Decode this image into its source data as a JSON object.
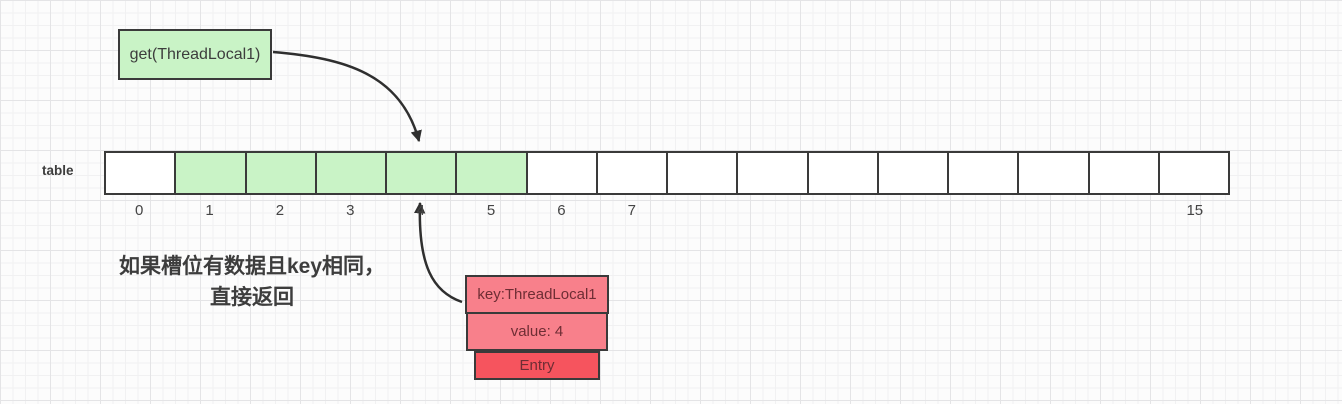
{
  "diagram": {
    "get_box": {
      "label": "get(ThreadLocal1)"
    },
    "table": {
      "label": "table",
      "cells": [
        {
          "index": 0,
          "label": "0",
          "highlighted": false
        },
        {
          "index": 1,
          "label": "1",
          "highlighted": true
        },
        {
          "index": 2,
          "label": "2",
          "highlighted": true
        },
        {
          "index": 3,
          "label": "3",
          "highlighted": true
        },
        {
          "index": 4,
          "label": "4",
          "highlighted": true
        },
        {
          "index": 5,
          "label": "5",
          "highlighted": true
        },
        {
          "index": 6,
          "label": "6",
          "highlighted": false
        },
        {
          "index": 7,
          "label": "7",
          "highlighted": false
        },
        {
          "index": 8,
          "label": "",
          "highlighted": false
        },
        {
          "index": 9,
          "label": "",
          "highlighted": false
        },
        {
          "index": 10,
          "label": "",
          "highlighted": false
        },
        {
          "index": 11,
          "label": "",
          "highlighted": false
        },
        {
          "index": 12,
          "label": "",
          "highlighted": false
        },
        {
          "index": 13,
          "label": "",
          "highlighted": false
        },
        {
          "index": 14,
          "label": "",
          "highlighted": false
        },
        {
          "index": 15,
          "label": "15",
          "highlighted": false
        }
      ]
    },
    "note": {
      "line1": "如果槽位有数据且key相同，",
      "line2": "直接返回"
    },
    "entry_stack": {
      "key_label": "key:ThreadLocal1",
      "value_label": "value: 4",
      "entry_label": "Entry"
    },
    "colors": {
      "canvas_bg": "#fcfcfc",
      "grid_minor": "#f1f1f2",
      "grid_major": "#e4e4e6",
      "green_fill": "#c9f3c6",
      "border_dark": "#3a3a3a",
      "pink_fill": "#f8808b",
      "red_fill": "#f6545e",
      "entry_text": "#6e2d34",
      "text_dark": "#3d3d3d",
      "arrow": "#2f2f2f"
    }
  }
}
